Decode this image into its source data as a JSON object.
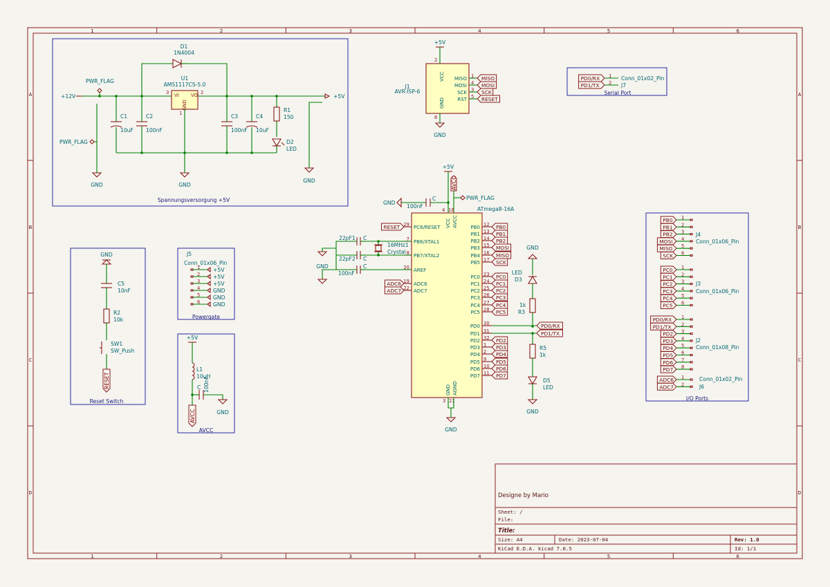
{
  "frame": {
    "columns": [
      "1",
      "2",
      "3",
      "4",
      "5",
      "6"
    ],
    "rows": [
      "A",
      "B",
      "C",
      "D"
    ]
  },
  "power_block": {
    "title": "Spannungsversorgung +5V",
    "d1_ref": "D1",
    "d1_value": "1N4004",
    "u1_ref": "U1",
    "u1_value": "AMS1117CS-5.0",
    "u1_vi": "VI",
    "u1_vo": "VO",
    "u1_gnd": "GND",
    "u1_pin1": "1",
    "u1_pin2": "2",
    "u1_pin3": "3",
    "pwr_flag_1": "PWR_FLAG",
    "pwr_flag_2": "PWR_FLAG",
    "v12": "+12V",
    "v5": "+5V",
    "c1_ref": "C1",
    "c1_value": "10uF",
    "c2_ref": "C2",
    "c2_value": "100nF",
    "c3_ref": "C3",
    "c3_value": "100nF",
    "c4_ref": "C4",
    "c4_value": "10uF",
    "r1_ref": "R1",
    "r1_value": "150",
    "d2_ref": "D2",
    "d2_value": "LED",
    "gnd_1": "GND",
    "gnd_2": "GND",
    "gnd_3": "GND"
  },
  "isp": {
    "ref": "J1",
    "value": "AVR-ISP-6",
    "vcc": "VCC",
    "gnd": "GND",
    "power": "+5V",
    "power_gnd": "GND",
    "pins": [
      "MISO",
      "MOSI",
      "SCK",
      "RST"
    ],
    "pin_numbers": [
      "1",
      "4",
      "3",
      "5"
    ],
    "labels": [
      "MISO",
      "MOSI",
      "SCK",
      "RESET"
    ],
    "vcc_pin": "2",
    "gnd_pin": "6"
  },
  "serial_port": {
    "title": "Serial Port",
    "labels": [
      "PD0/RX",
      "PD1/TX"
    ],
    "pin_numbers": [
      "1",
      "2"
    ],
    "value": "Conn_01x02_Pin",
    "ref": "J7"
  },
  "mcu": {
    "value": "ATmega8-16A",
    "power": "+5V",
    "avcc_label": "AVCC",
    "pwr_flag": "PWR_FLAG",
    "decoupling_ref": "C",
    "decoupling_value": "100nF",
    "decoupling_gnd": "GND",
    "vcc": "VCC",
    "avcc": "AVCC",
    "gnd": "GND",
    "agnd": "AGND",
    "vcc_pin": "4",
    "avcc_pin": "18",
    "gnd_pin": "3",
    "agnd_pin": "21",
    "bottom_gnd": "GND",
    "left_pins": [
      {
        "num": "29",
        "name": "PC6/RESET",
        "label": "RESET"
      },
      {
        "num": "7",
        "name": "PB6/XTAL1",
        "label": ""
      },
      {
        "num": "8",
        "name": "PB7/XTAL2",
        "label": ""
      },
      {
        "num": "20",
        "name": "AREF",
        "label": ""
      },
      {
        "num": "19",
        "name": "ADC6",
        "label": "ADC6"
      },
      {
        "num": "22",
        "name": "ADC7",
        "label": "ADC7"
      }
    ],
    "right_pins": [
      {
        "num": "12",
        "name": "PB0",
        "label": "PB0"
      },
      {
        "num": "13",
        "name": "PB1",
        "label": "PB1"
      },
      {
        "num": "14",
        "name": "PB2",
        "label": "PB2"
      },
      {
        "num": "15",
        "name": "PB3",
        "label": "MOSI"
      },
      {
        "num": "16",
        "name": "PB4",
        "label": "MISO"
      },
      {
        "num": "17",
        "name": "PB5",
        "label": "SCK"
      },
      {
        "num": "23",
        "name": "PC0",
        "label": "PC0"
      },
      {
        "num": "24",
        "name": "PC1",
        "label": "PC1"
      },
      {
        "num": "25",
        "name": "PC2",
        "label": "PC2"
      },
      {
        "num": "26",
        "name": "PC3",
        "label": "PC3"
      },
      {
        "num": "27",
        "name": "PC4",
        "label": "PC4"
      },
      {
        "num": "28",
        "name": "PC5",
        "label": "PC5"
      },
      {
        "num": "30",
        "name": "PD0",
        "label": "PD0/RX"
      },
      {
        "num": "31",
        "name": "PD1",
        "label": "PD1/TX"
      },
      {
        "num": "32",
        "name": "PD2",
        "label": "PD2"
      },
      {
        "num": "1",
        "name": "PD3",
        "label": "PD3"
      },
      {
        "num": "2",
        "name": "PD4",
        "label": "PD4"
      },
      {
        "num": "9",
        "name": "PD5",
        "label": "PD5"
      },
      {
        "num": "10",
        "name": "PD6",
        "label": "PD6"
      },
      {
        "num": "11",
        "name": "PD7",
        "label": "PD7"
      }
    ],
    "crystal_caps": [
      {
        "ref": "C",
        "value": "22pF1"
      },
      {
        "ref": "C",
        "value": "22pF2"
      }
    ],
    "aref_cap": {
      "ref": "C",
      "value": "100nF"
    },
    "crystal_value": "16MHz1",
    "crystal_ref": "Crystal",
    "left_gnd": "GND",
    "led3_gnd": "GND",
    "led3_value": "LED",
    "led3_ref": "D3",
    "r3_value": "1k",
    "r3_ref": "R3",
    "r5_ref": "R5",
    "r5_value": "1k",
    "led5_ref": "D5",
    "led5_value": "LED",
    "led5_gnd": "GND"
  },
  "reset_switch": {
    "title": "Reset Switch",
    "gnd": "GND",
    "c5_ref": "C5",
    "c5_value": "10nF",
    "r2_ref": "R2",
    "r2_value": "10k",
    "sw_ref": "SW1",
    "sw_value": "SW_Push",
    "label": "RESET"
  },
  "powergate": {
    "title": "Powergate",
    "ref": "J5",
    "value": "Conn_01x06_Pin",
    "pins": [
      {
        "num": "1",
        "net": "+5V"
      },
      {
        "num": "2",
        "net": "+5V"
      },
      {
        "num": "3",
        "net": "+5V"
      },
      {
        "num": "4",
        "net": "GND"
      },
      {
        "num": "5",
        "net": "GND"
      },
      {
        "num": "6",
        "net": "GND"
      }
    ]
  },
  "avcc_block": {
    "title": "AVCC",
    "power": "+5V",
    "l1_ref": "L1",
    "l1_value": "10uH",
    "c_ref": "C",
    "c_value": "100nF",
    "label": "AVCC",
    "gnd": "GND"
  },
  "io_ports": {
    "title": "I/O Ports",
    "j4": {
      "ref": "J4",
      "value": "Conn_01x06_Pin",
      "labels": [
        "PB0",
        "PB1",
        "PB2",
        "MOSI",
        "MISO",
        "SCK"
      ],
      "nums": [
        "1",
        "2",
        "3",
        "4",
        "5",
        "6"
      ]
    },
    "j3": {
      "ref": "J3",
      "value": "Conn_01x06_Pin",
      "labels": [
        "PC0",
        "PC1",
        "PC2",
        "PC3",
        "PC4",
        "PC5"
      ],
      "nums": [
        "1",
        "2",
        "3",
        "4",
        "5",
        "6"
      ]
    },
    "j2": {
      "ref": "J2",
      "value": "Conn_01x08_Pin",
      "labels": [
        "PD0/RX",
        "PD1/TX",
        "PD2",
        "PD3",
        "PD4",
        "PD5",
        "PD6",
        "PD7"
      ],
      "nums": [
        "1",
        "2",
        "3",
        "4",
        "5",
        "6",
        "7",
        "8"
      ]
    },
    "j6": {
      "ref": "J6",
      "value": "Conn_01x02_Pin",
      "labels": [
        "ADC6",
        "ADC7"
      ],
      "nums": [
        "1",
        "2"
      ]
    }
  },
  "title_block": {
    "designer": "Designe by Mario",
    "sheet": "Sheet: /",
    "file": "File:",
    "title": "Title:",
    "size": "Size: A4",
    "date": "Date: 2023-07-04",
    "rev": "Rev: 1.0",
    "tool": "KiCad E.D.A.  kicad 7.0.5",
    "id": "Id: 1/1"
  }
}
